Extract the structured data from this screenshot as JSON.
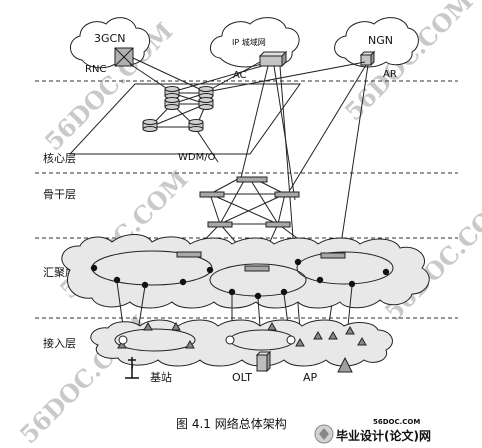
{
  "clouds": {
    "cloud_3gcn": "3GCN",
    "cloud_ip": "IP 城域网",
    "cloud_ngn": "NGN"
  },
  "devices": {
    "rnc": "RNC",
    "ac": "AC",
    "ar": "AR",
    "wdm": "WDM/O",
    "base_station": "基站",
    "olt": "OLT",
    "ap": "AP"
  },
  "layers": {
    "core": "核心层",
    "backbone": "骨干层",
    "aggregation": "汇聚层",
    "access": "接入层"
  },
  "caption": "图 4.1 网络总体架构",
  "watermark": {
    "text": "56DOC.COM",
    "brand_small": "56DOC.COM",
    "brand_big": "毕业设计(论文)网"
  },
  "colors": {
    "line": "#222222",
    "device": "#9a9a9a",
    "cloud_fill": "#e8e8e8"
  }
}
